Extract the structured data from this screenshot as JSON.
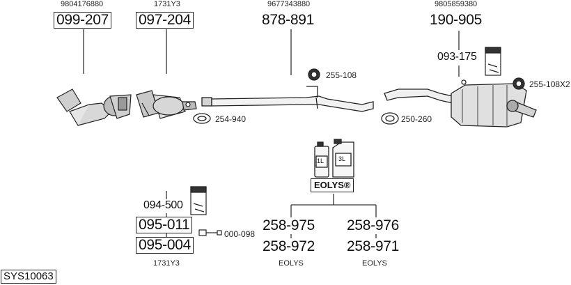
{
  "refs": {
    "r1": "9804176880",
    "r2": "1731Y3",
    "r3": "9677343880",
    "r4": "9805859380",
    "r5": "1731Y3",
    "r6": "EOLYS",
    "r7": "EOLYS"
  },
  "parts": {
    "p099207": "099-207",
    "p097204": "097-204",
    "p878891": "878-891",
    "p190905": "190-905",
    "p093175": "093-175",
    "p255108": "255-108",
    "p255108x2": "255-108X2",
    "p254940": "254-940",
    "p250260": "250-260",
    "p094500": "094-500",
    "p095011": "095-011",
    "p095004": "095-004",
    "p000098": "000-098",
    "p258975": "258-975",
    "p258976": "258-976",
    "p258972": "258-972",
    "p258971": "258-971"
  },
  "eolys": {
    "label": "EOLYS®",
    "can_small": "1L",
    "can_large": "3L"
  },
  "system_code": "SYS10063"
}
